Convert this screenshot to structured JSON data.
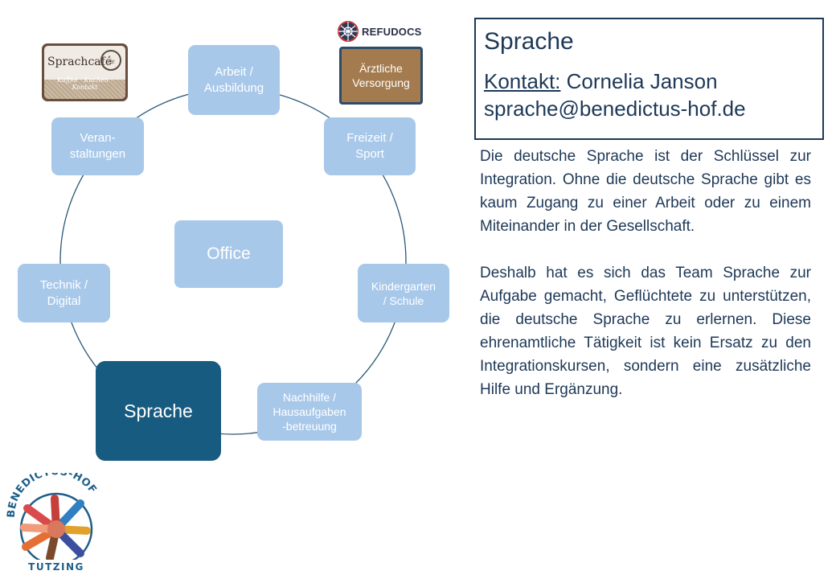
{
  "diagram": {
    "nodes": [
      {
        "id": "arbeit",
        "label": "Arbeit /\nAusbildung"
      },
      {
        "id": "freizeit",
        "label": "Freizeit /\nSport"
      },
      {
        "id": "kindergarten",
        "label": "Kindergarten\n/ Schule"
      },
      {
        "id": "nachhilfe",
        "label": "Nachhilfe /\nHausaufgaben\n-betreuung"
      },
      {
        "id": "sprache",
        "label": "Sprache"
      },
      {
        "id": "technik",
        "label": "Technik /\nDigital"
      },
      {
        "id": "veranstaltungen",
        "label": "Veran-\nstaltungen"
      },
      {
        "id": "office",
        "label": "Office"
      }
    ],
    "active_node": "sprache",
    "colors": {
      "node": "#a8c8ea",
      "active_node": "#175b80",
      "ring": "#2b5876"
    }
  },
  "logos": {
    "sprachcafe": {
      "name": "Sprachcafé",
      "tagline": "Kaffee · Kuchen · Kontakt"
    },
    "refudocs": {
      "brand": "REFUDOCS",
      "box_label": "Ärztliche\nVersorgung"
    },
    "benedictus": {
      "arc_text": "BENEDICTUS-HOF",
      "place": "TUTZING"
    }
  },
  "panel": {
    "title": "Sprache",
    "contact_label": "Kontakt:",
    "contact_name": "Cornelia Janson",
    "contact_email": "sprache@benedictus-hof.de",
    "paragraphs": [
      "Die deutsche Sprache ist der Schlüssel zur Integration. Ohne die deutsche Sprache gibt es kaum Zugang zu einer Arbeit oder zu einem Miteinander in der Gesellschaft.",
      "Deshalb hat es sich das Team Sprache zur Aufgabe gemacht, Geflüchtete zu unterstützen, die deutsche Sprache zu erlernen. Diese ehrenamtliche Tätigkeit ist kein Ersatz zu den Integrationskursen, sondern eine zusätzliche Hilfe und Ergänzung."
    ]
  }
}
